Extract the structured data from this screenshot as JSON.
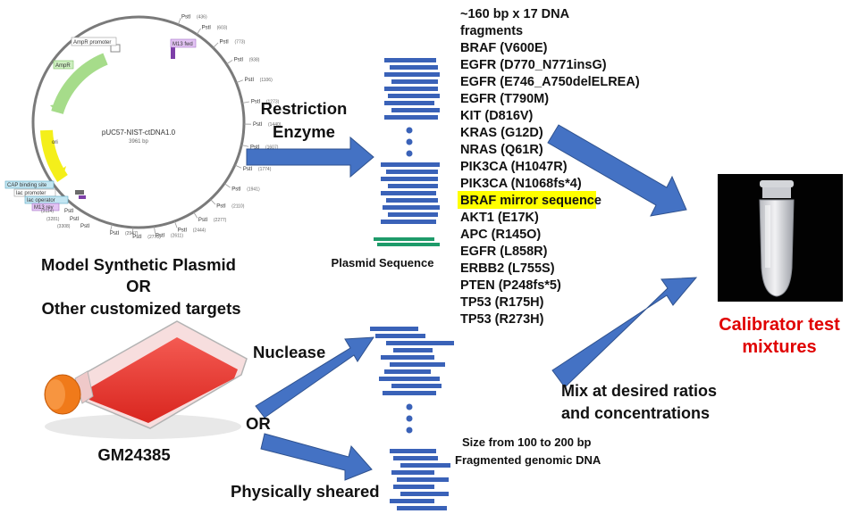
{
  "plasmid": {
    "name": "pUC57-NIST-ctDNA1.0",
    "size": "3961 bp",
    "features": [
      "AmpR promoter",
      "M13 fwd",
      "AmpR",
      "ori",
      "CAP binding site",
      "lac promoter",
      "lac operator",
      "M13 rev"
    ],
    "sites": [
      "PstI",
      "(436)",
      "(603)",
      "(773)",
      "(938)",
      "(1106)",
      "(1273)",
      "(1440)",
      "(1607)",
      "(1774)",
      "(1941)",
      "(2110)",
      "(2277)",
      "(2444)",
      "(2611)",
      "(2778)",
      "(2947)",
      "(3114)",
      "(3281)",
      "(3308)"
    ]
  },
  "labels": {
    "model_plasmid": "Model Synthetic Plasmid",
    "or_1": "OR",
    "other_targets": "Other customized targets",
    "restriction": "Restriction",
    "enzyme": "Enzyme",
    "plasmid_sequence": "Plasmid Sequence",
    "cell_line": "GM24385",
    "nuclease": "Nuclease",
    "or_2": "OR",
    "physically_sheared": "Physically sheared",
    "size_range": "Size from 100 to 200 bp",
    "fragmented_dna": "Fragmented genomic DNA",
    "mix_line1": "Mix at desired ratios",
    "mix_line2": "and concentrations",
    "calibrator_line1": "Calibrator test",
    "calibrator_line2": "mixtures"
  },
  "fragments_header": [
    "~160 bp x 17 DNA",
    "fragments"
  ],
  "fragments": [
    "BRAF (V600E)",
    "EGFR (D770_N771insG)",
    "EGFR (E746_A750delELREA)",
    "EGFR (T790M)",
    "KIT (D816V)",
    "KRAS (G12D)",
    "NRAS (Q61R)",
    "PIK3CA (H1047R)",
    "PIK3CA (N1068fs*4)",
    "BRAF mirror sequence",
    "AKT1 (E17K)",
    "APC (R145O)",
    "EGFR (L858R)",
    "ERBB2 (L755S)",
    "PTEN (P248fs*5)",
    "TP53 (R175H)",
    "TP53 (R273H)"
  ],
  "colors": {
    "arrow": "#4472c4",
    "fragment": "#3a62b8",
    "backbone": "#1e9b6a",
    "highlight": "#ffff00",
    "calibrator": "#e00000",
    "flask_red": "#e6312e",
    "cap_orange": "#f07a1a"
  },
  "icons": [
    "plasmid-map-icon",
    "culture-flask-icon",
    "sample-tube-icon"
  ]
}
